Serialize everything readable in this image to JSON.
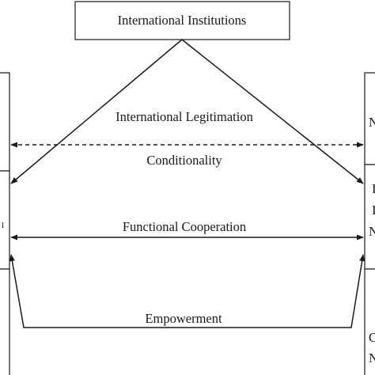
{
  "nodes": {
    "top_box_label": "International Institutions",
    "right_box_1_fragment": "N",
    "right_box_2_fragment_1": "I",
    "right_box_2_fragment_2": "I",
    "right_box_2_fragment_3": "N",
    "right_box_3_fragment_1": "C",
    "right_box_3_fragment_2": "N",
    "left_box_2_fragment": "l"
  },
  "edges": {
    "legitimation_label": "International Legitimation",
    "conditionality_label": "Conditionality",
    "functional_cooperation_label": "Functional Cooperation",
    "empowerment_label": "Empowerment"
  },
  "colors": {
    "stroke": "#1a1a1a",
    "background": "#ffffff"
  }
}
